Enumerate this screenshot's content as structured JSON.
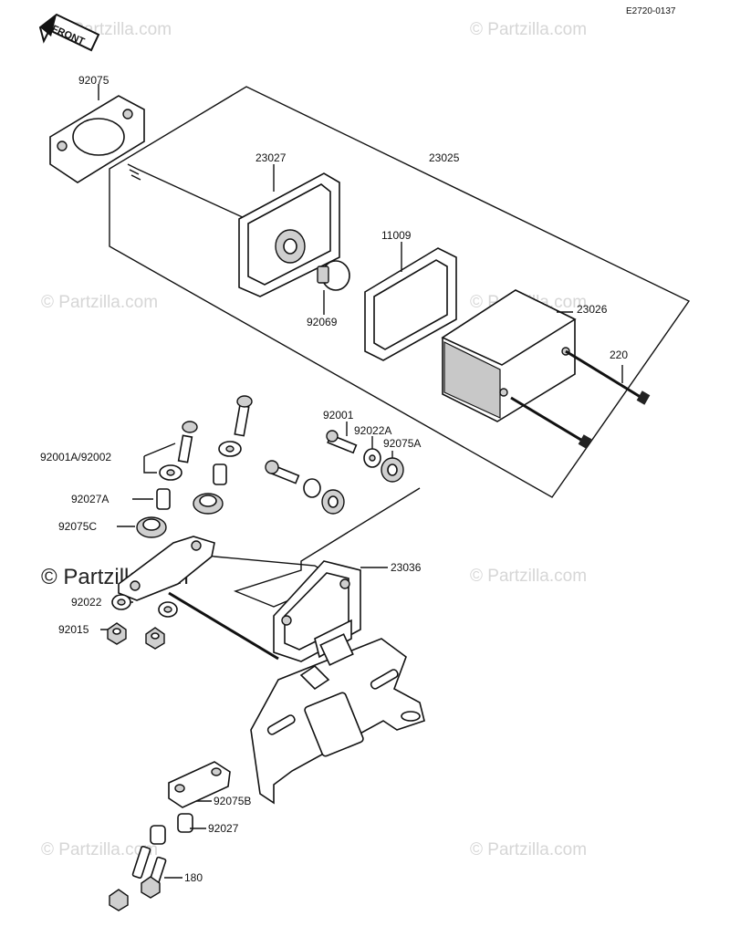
{
  "diagram_code": "E2720-0137",
  "front_label": "FRONT",
  "watermark_text": "© Partzilla.com",
  "parts": {
    "p92075": "92075",
    "p23027": "23027",
    "p23025": "23025",
    "p11009": "11009",
    "p92069": "92069",
    "p23026": "23026",
    "p220": "220",
    "p92001": "92001",
    "p92022A": "92022A",
    "p92075A": "92075A",
    "p92001A": "92001A/92002",
    "p92027A": "92027A",
    "p92075C": "92075C",
    "p23036": "23036",
    "p92022": "92022",
    "p92015": "92015",
    "p92075B": "92075B",
    "p92027": "92027",
    "p180": "180"
  }
}
